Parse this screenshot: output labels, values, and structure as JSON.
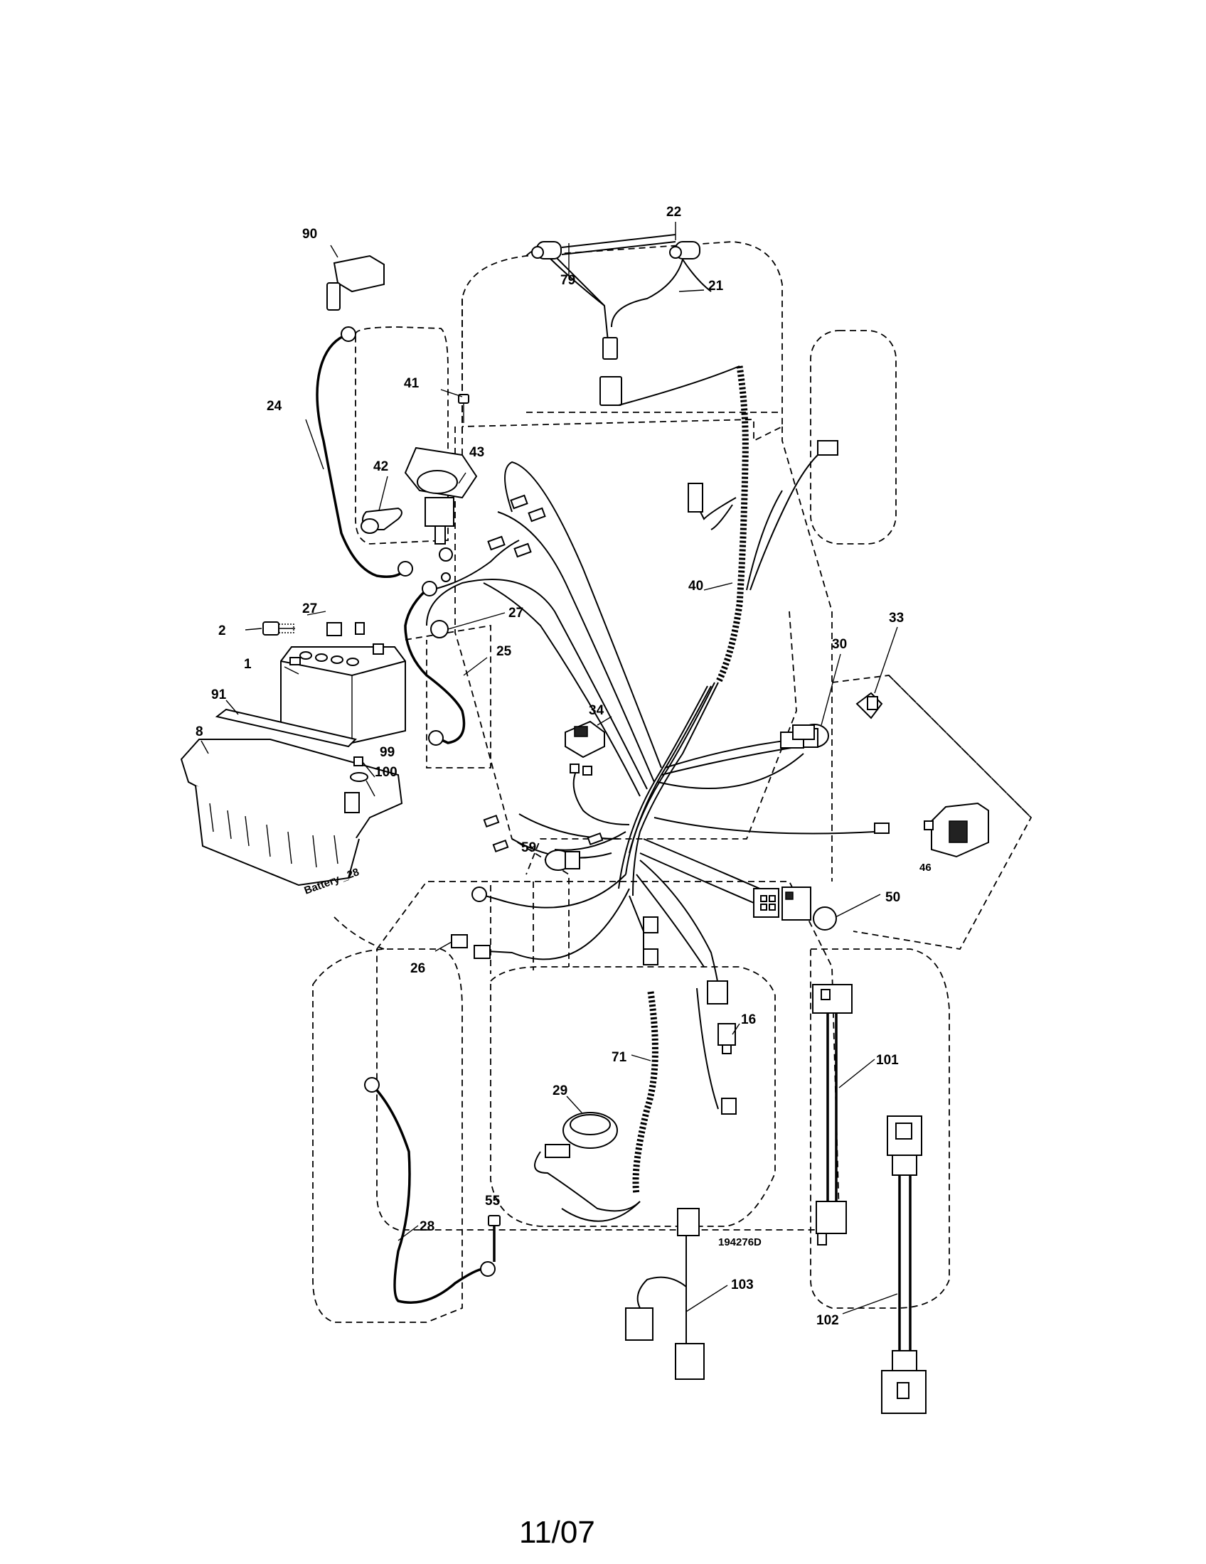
{
  "diagram": {
    "part_labels": [
      {
        "id": "p22",
        "text": "22"
      },
      {
        "id": "p79",
        "text": "79"
      },
      {
        "id": "p21",
        "text": "21"
      },
      {
        "id": "p90",
        "text": "90"
      },
      {
        "id": "p41",
        "text": "41"
      },
      {
        "id": "p24",
        "text": "24"
      },
      {
        "id": "p42",
        "text": "42"
      },
      {
        "id": "p43",
        "text": "43"
      },
      {
        "id": "p40",
        "text": "40"
      },
      {
        "id": "p27a",
        "text": "27"
      },
      {
        "id": "p27b",
        "text": "27"
      },
      {
        "id": "p2",
        "text": "2"
      },
      {
        "id": "p1",
        "text": "1"
      },
      {
        "id": "p25",
        "text": "25"
      },
      {
        "id": "p33",
        "text": "33"
      },
      {
        "id": "p30",
        "text": "30"
      },
      {
        "id": "p91",
        "text": "91"
      },
      {
        "id": "p8",
        "text": "8"
      },
      {
        "id": "p34",
        "text": "34"
      },
      {
        "id": "p99",
        "text": "99"
      },
      {
        "id": "p100",
        "text": "100"
      },
      {
        "id": "p59",
        "text": "59"
      },
      {
        "id": "p46",
        "text": "46"
      },
      {
        "id": "p50",
        "text": "50"
      },
      {
        "id": "p26",
        "text": "26"
      },
      {
        "id": "p16",
        "text": "16"
      },
      {
        "id": "p71",
        "text": "71"
      },
      {
        "id": "p101",
        "text": "101"
      },
      {
        "id": "p29",
        "text": "29"
      },
      {
        "id": "p55",
        "text": "55"
      },
      {
        "id": "p28",
        "text": "28"
      },
      {
        "id": "p103",
        "text": "103"
      },
      {
        "id": "p102",
        "text": "102"
      }
    ],
    "battery_note": "Battery _28",
    "drawing_number": "194276D",
    "footer_date": "11/07"
  }
}
